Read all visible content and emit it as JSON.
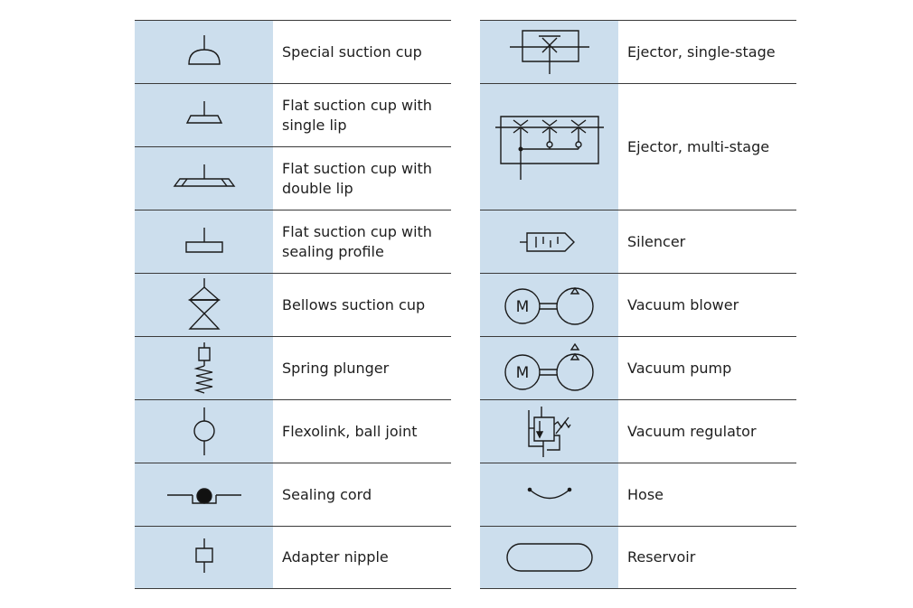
{
  "left_column": [
    {
      "label": "Special suction cup",
      "icon": "special-suction-cup-icon"
    },
    {
      "label": "Flat suction cup with\nsingle lip",
      "icon": "flat-suction-cup-single-lip-icon"
    },
    {
      "label": "Flat suction cup with\ndouble lip",
      "icon": "flat-suction-cup-double-lip-icon"
    },
    {
      "label": "Flat suction cup with\nsealing profile",
      "icon": "flat-suction-cup-sealing-profile-icon"
    },
    {
      "label": "Bellows suction cup",
      "icon": "bellows-suction-cup-icon"
    },
    {
      "label": "Spring plunger",
      "icon": "spring-plunger-icon"
    },
    {
      "label": "Flexolink, ball joint",
      "icon": "ball-joint-icon"
    },
    {
      "label": "Sealing cord",
      "icon": "sealing-cord-icon"
    },
    {
      "label": "Adapter nipple",
      "icon": "adapter-nipple-icon"
    }
  ],
  "right_column": [
    {
      "label": "Ejector, single-stage",
      "icon": "ejector-single-stage-icon"
    },
    {
      "label": "Ejector, multi-stage",
      "icon": "ejector-multi-stage-icon"
    },
    {
      "label": "Silencer",
      "icon": "silencer-icon"
    },
    {
      "label": "Vacuum blower",
      "icon": "vacuum-blower-icon",
      "motor_letter": "M"
    },
    {
      "label": "Vacuum pump",
      "icon": "vacuum-pump-icon",
      "motor_letter": "M"
    },
    {
      "label": "Vacuum regulator",
      "icon": "vacuum-regulator-icon"
    },
    {
      "label": "Hose",
      "icon": "hose-icon"
    },
    {
      "label": "Reservoir",
      "icon": "reservoir-icon"
    }
  ],
  "colors": {
    "symbol_background": "#ccdeed",
    "line": "#1a1a1a",
    "rule": "#3a3a3a"
  }
}
